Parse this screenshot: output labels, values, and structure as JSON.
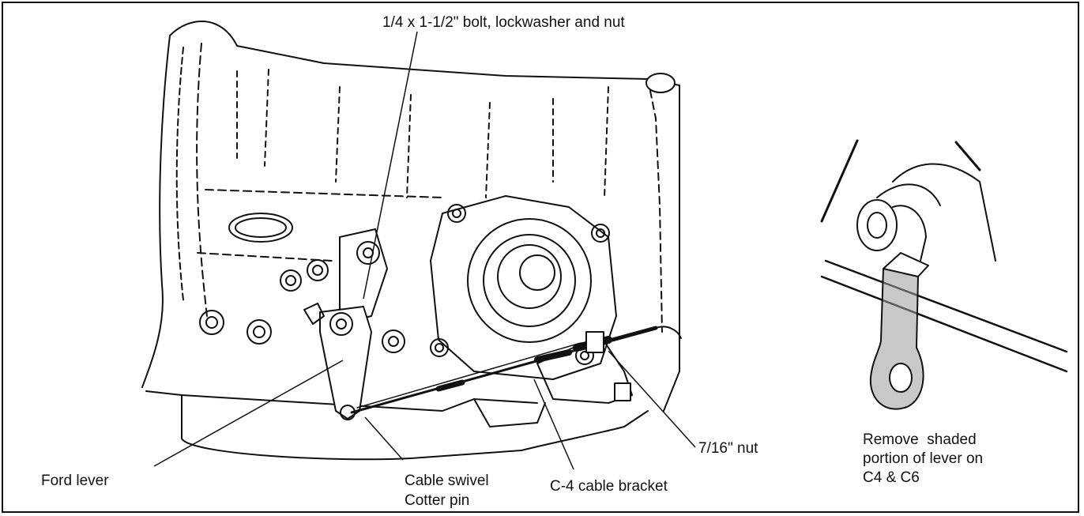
{
  "labels": {
    "bolt": "1/4 x 1-1/2\" bolt, lockwasher and nut",
    "ford_lever": "Ford lever",
    "cable_swivel": "Cable swivel",
    "cotter_pin": "Cotter pin",
    "bracket": "C-4 cable bracket",
    "nut": "7/16\" nut",
    "note_line1": "Remove  shaded",
    "note_line2": "portion of lever on",
    "note_line3": "C4 & C6"
  },
  "colors": {
    "ink": "#111111",
    "paper": "#ffffff",
    "shade": "#9a9a9a"
  }
}
